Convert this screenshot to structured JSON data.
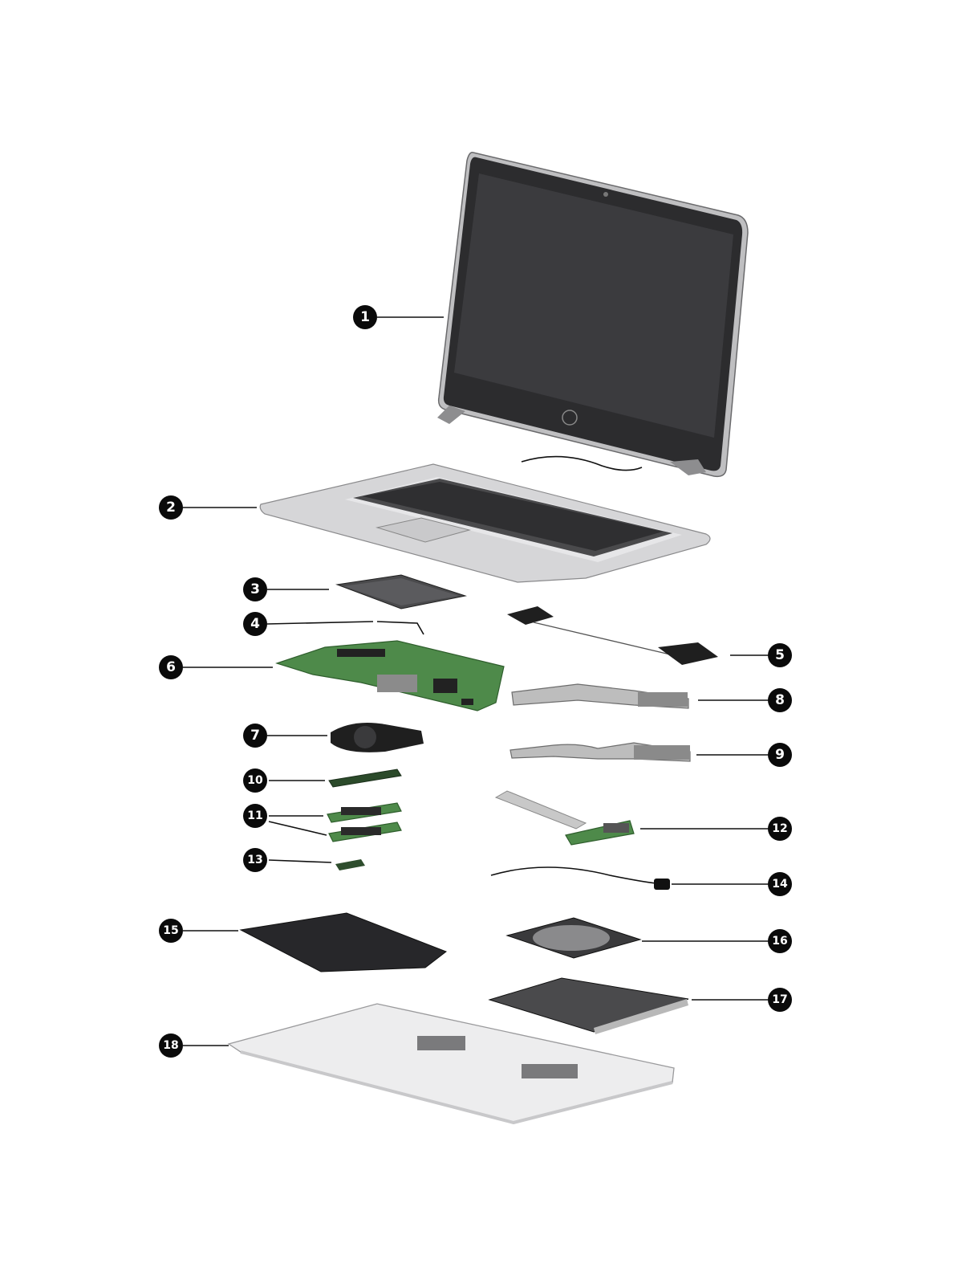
{
  "diagram": {
    "type": "exploded-parts-view",
    "callouts": [
      "1",
      "2",
      "3",
      "4",
      "5",
      "6",
      "7",
      "8",
      "9",
      "10",
      "11",
      "12",
      "13",
      "14",
      "15",
      "16",
      "17",
      "18"
    ],
    "colors": {
      "callout": "#0a0a0a",
      "pcb_green": "#4e8a4a",
      "display_dark": "#2c2c2e",
      "chassis_silver": "#d6d6d8"
    }
  }
}
